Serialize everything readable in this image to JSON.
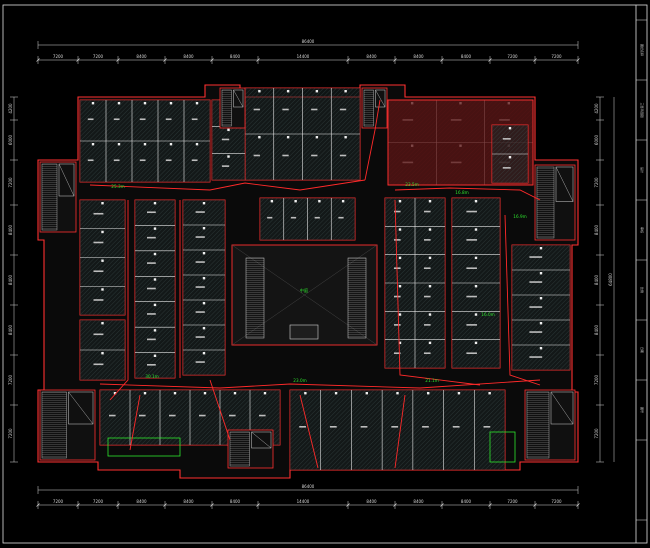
{
  "drawing": {
    "colors": {
      "background": "#000000",
      "wall": "#ff2a2a",
      "line": "#e0e0e0",
      "room_fill": "#243030",
      "hatch": "#6f8a8a",
      "highlight": "#6a1212",
      "dim": "#d8d8d8",
      "green": "#2ee62e"
    },
    "dimensions_top": [
      "7200",
      "7200",
      "8400",
      "8400",
      "8400",
      "14400",
      "8400",
      "8400",
      "8400",
      "7200",
      "7200"
    ],
    "dimensions_bottom": [
      "7200",
      "7200",
      "8400",
      "8400",
      "8400",
      "14400",
      "8400",
      "8400",
      "8400",
      "7200",
      "7200"
    ],
    "dimensions_left": [
      "4200",
      "6000",
      "7200",
      "8400",
      "8400",
      "8400",
      "7200",
      "7200"
    ],
    "dimensions_right": [
      "4200",
      "6000",
      "7200",
      "8400",
      "8400",
      "8400",
      "7200",
      "7200"
    ],
    "overall_top": "86400",
    "overall_bottom": "86400",
    "overall_right": "64800",
    "atrium_label": "中庭",
    "distance_labels": [
      "23.5m",
      "16.8m",
      "25.3m",
      "16.9m",
      "23.0m",
      "21.1m",
      "30.1m",
      "16.0m"
    ],
    "title_block": [
      "图纸名称",
      "三层平面图",
      "设计",
      "审核",
      "比例",
      "日期",
      "图号"
    ]
  }
}
